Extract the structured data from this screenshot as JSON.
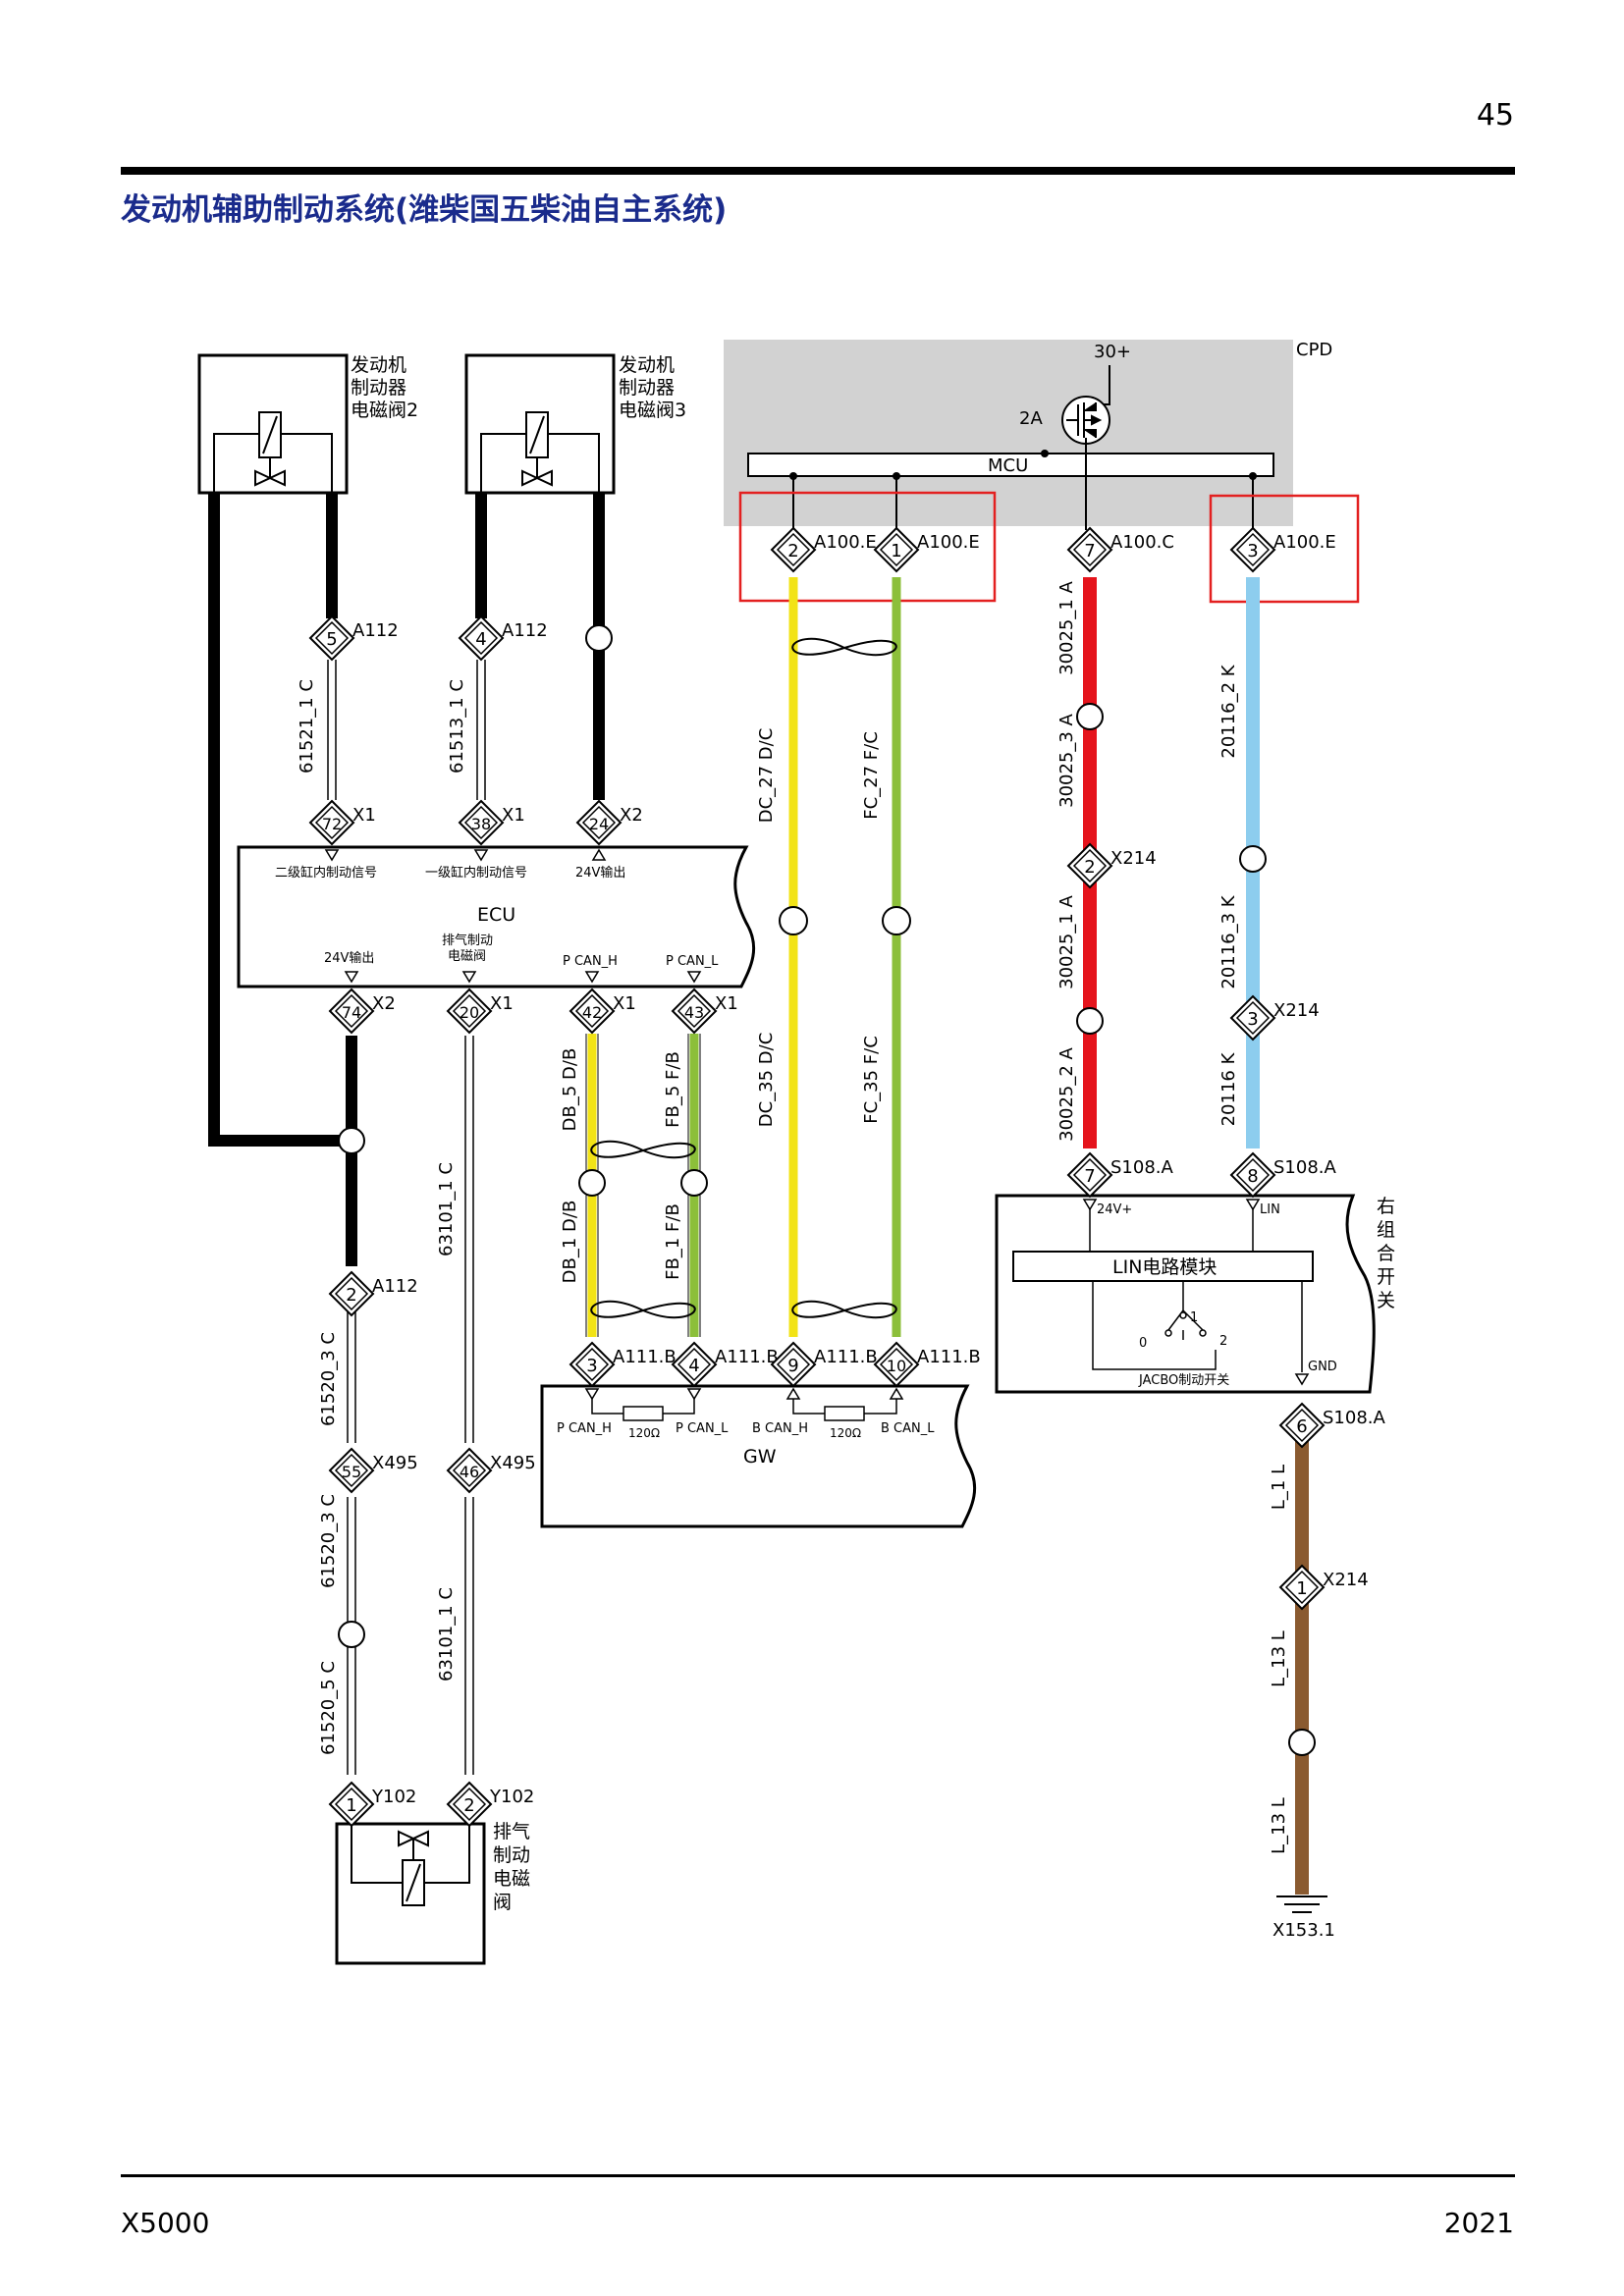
{
  "page": {
    "number": "45",
    "title": "发动机辅助制动系统(潍柴国五柴油自主系统)",
    "model": "X5000",
    "year": "2021"
  },
  "components": {
    "valve2": [
      "发动机",
      "制动器",
      "电磁阀2"
    ],
    "valve3": [
      "发动机",
      "制动器",
      "电磁阀3"
    ],
    "cpd": {
      "name": "CPD",
      "mcu": "MCU",
      "supply": "30+",
      "fuse": "2A"
    },
    "ecu": {
      "name": "ECU",
      "pin72": "二级缸内制动信号",
      "pin38": "一级缸内制动信号",
      "pin24": "24V输出",
      "pin74": "24V输出",
      "pin20": [
        "排气制动",
        "电磁阀"
      ],
      "pin42": "P CAN_H",
      "pin43": "P CAN_L"
    },
    "gw": {
      "name": "GW",
      "p_can_h": "P CAN_H",
      "p_can_l": "P CAN_L",
      "b_can_h": "B CAN_H",
      "b_can_l": "B CAN_L",
      "resistor": "120Ω"
    },
    "switch": {
      "name": [
        "右",
        "组",
        "合",
        "开",
        "关"
      ],
      "module": "LIN电路模块",
      "pin_24v": "24V+",
      "pin_lin": "LIN",
      "pin_gnd": "GND",
      "jacbo": "JACBO制动开关",
      "pos0": "0",
      "pos1": "1",
      "pos2": "2"
    },
    "exhaust_valve": [
      "排气",
      "制动",
      "电磁",
      "阀"
    ],
    "ground": "X153.1"
  },
  "connectors": [
    {
      "pin": "5",
      "label": "A112"
    },
    {
      "pin": "4",
      "label": "A112"
    },
    {
      "pin": "72",
      "label": "X1"
    },
    {
      "pin": "38",
      "label": "X1"
    },
    {
      "pin": "24",
      "label": "X2"
    },
    {
      "pin": "74",
      "label": "X2"
    },
    {
      "pin": "20",
      "label": "X1"
    },
    {
      "pin": "42",
      "label": "X1"
    },
    {
      "pin": "43",
      "label": "X1"
    },
    {
      "pin": "2",
      "label": "A112"
    },
    {
      "pin": "55",
      "label": "X495"
    },
    {
      "pin": "46",
      "label": "X495"
    },
    {
      "pin": "1",
      "label": "Y102"
    },
    {
      "pin": "2",
      "label": "Y102"
    },
    {
      "pin": "2",
      "label": "A100.E"
    },
    {
      "pin": "1",
      "label": "A100.E"
    },
    {
      "pin": "7",
      "label": "A100.C"
    },
    {
      "pin": "3",
      "label": "A100.E"
    },
    {
      "pin": "2",
      "label": "X214"
    },
    {
      "pin": "3",
      "label": "X214"
    },
    {
      "pin": "7",
      "label": "S108.A"
    },
    {
      "pin": "8",
      "label": "S108.A"
    },
    {
      "pin": "3",
      "label": "A111.B"
    },
    {
      "pin": "4",
      "label": "A111.B"
    },
    {
      "pin": "9",
      "label": "A111.B"
    },
    {
      "pin": "10",
      "label": "A111.B"
    },
    {
      "pin": "6",
      "label": "S108.A"
    },
    {
      "pin": "1",
      "label": "X214"
    }
  ],
  "wires": [
    "61521_1 C",
    "61513_1 C",
    "61520_3 C",
    "61520_3 C",
    "61520_5 C",
    "63101_1 C",
    "63101_1 C",
    "DB_5 D/B",
    "FB_5 F/B",
    "DB_1 D/B",
    "FB_1 F/B",
    "DC_27 D/C",
    "FC_27 F/C",
    "DC_35 D/C",
    "FC_35 F/C",
    "30025_1 A",
    "30025_3 A",
    "30025_1 A",
    "30025_2 A",
    "20116_2 K",
    "20116_3 K",
    "20116 K",
    "L_1 L",
    "L_13 L",
    "L_13 L"
  ],
  "colors": {
    "black": "#000000",
    "red": "#e5141c",
    "yellow": "#f2e316",
    "green": "#8cbf3a",
    "blue": "#8dcdee",
    "brown": "#8a5a30",
    "grey": "#d2d2d2",
    "highlight": "#e32020",
    "title": "#1a2b8c"
  }
}
